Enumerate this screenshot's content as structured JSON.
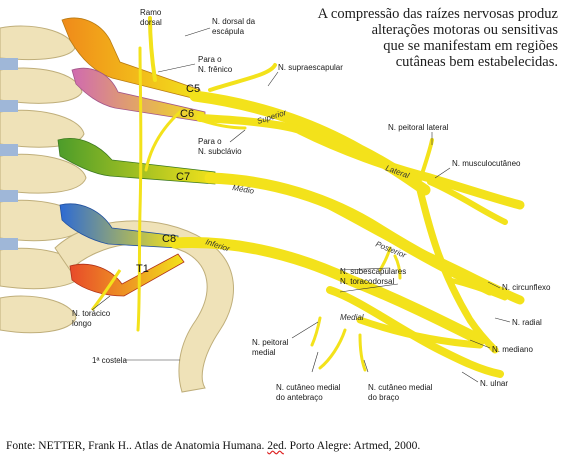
{
  "caption": {
    "lines": [
      "A compressão das raízes nervosas produz",
      "alterações motoras ou sensitivas",
      "que se manifestam em regiões",
      "cutâneas bem estabelecidas."
    ]
  },
  "roots": [
    "C5",
    "C6",
    "C7",
    "C8",
    "T1"
  ],
  "trunks": {
    "superior": "Superior",
    "medio": "Médio",
    "inferior": "Inferior"
  },
  "cords": {
    "lateral": "Lateral",
    "posterior": "Posterior",
    "medial": "Medial"
  },
  "labels": {
    "ramo_dorsal_1": "Ramo",
    "ramo_dorsal_2": "dorsal",
    "dorsal_escapula_1": "N. dorsal da",
    "dorsal_escapula_2": "escápula",
    "para_frenico_1": "Para o",
    "para_frenico_2": "N. frênico",
    "supraescapular": "N. supraescapular",
    "para_subclavio_1": "Para o",
    "para_subclavio_2": "N. subclávio",
    "peitoral_lateral": "N. peitoral lateral",
    "musculocutaneo": "N. musculocutâneo",
    "subescapulares": "N. subescapulares",
    "toracodorsal": "N. toracodorsal",
    "circunflexo": "N. circunflexo",
    "radial": "N. radial",
    "mediano": "N. mediano",
    "ulnar": "N. ulnar",
    "toracico_longo_1": "N. torácico",
    "toracico_longo_2": "longo",
    "primeira_costela": "1ª costela",
    "peitoral_medial_1": "N. peitoral",
    "peitoral_medial_2": "medial",
    "cutaneo_antebraco_1": "N. cutâneo medial",
    "cutaneo_antebraco_2": "do antebraço",
    "cutaneo_braco_1": "N. cutâneo medial",
    "cutaneo_braco_2": "do braço"
  },
  "source": {
    "prefix": "Fonte: NETTER, Frank H.. Atlas de Anatomia Humana. ",
    "edition": "2ed",
    "suffix": ". Porto Alegre: Artmed, 2000."
  },
  "colors": {
    "nerve": "#f3e21b",
    "nerve_outline": "#c9b400",
    "bone": "#efe2b8",
    "c5_root": "#ef8f1e",
    "c6_root": "#d86fb8",
    "c7_root": "#6fb02a",
    "c8_root": "#2f6fd6",
    "t1_root": "#e84a2a"
  }
}
